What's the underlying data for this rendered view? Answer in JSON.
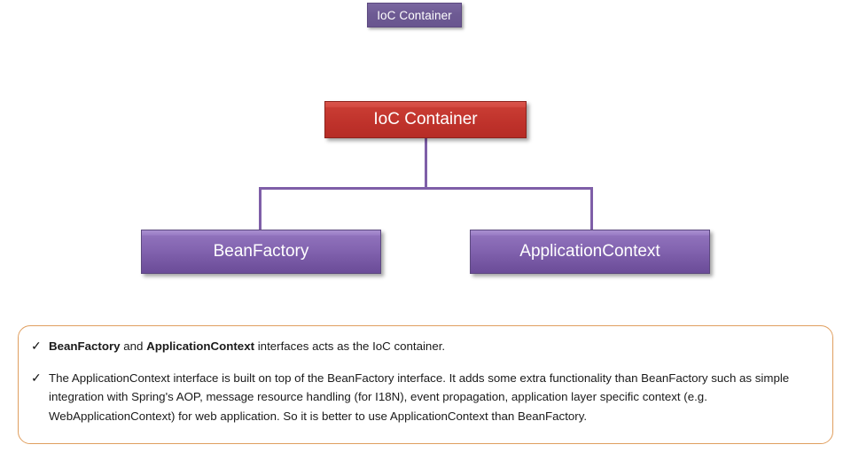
{
  "title_badge": {
    "label": "IoC Container",
    "color": "#6d5a93"
  },
  "diagram": {
    "root": {
      "label": "IoC Container",
      "color": "#c93c33"
    },
    "children": [
      {
        "label": "BeanFactory",
        "color": "#8364b0"
      },
      {
        "label": "ApplicationContext",
        "color": "#8364b0"
      }
    ],
    "connector_color": "#7f5fa8"
  },
  "callout": {
    "border_color": "#e09f5f",
    "bullet_icon": "check-mark",
    "bullets": [
      {
        "segments": [
          {
            "text": "BeanFactory",
            "bold": true
          },
          {
            "text": " and ",
            "bold": false
          },
          {
            "text": "ApplicationContext",
            "bold": true
          },
          {
            "text": " interfaces acts as the IoC container.",
            "bold": false
          }
        ]
      },
      {
        "segments": [
          {
            "text": "The ApplicationContext interface is built on top of the BeanFactory interface. It adds some extra functionality than BeanFactory such as simple integration with Spring's AOP, message resource handling (for I18N), event propagation, application layer specific context (e.g. WebApplicationContext) for web application. So it is better to use ApplicationContext than BeanFactory.",
            "bold": false
          }
        ]
      }
    ]
  }
}
